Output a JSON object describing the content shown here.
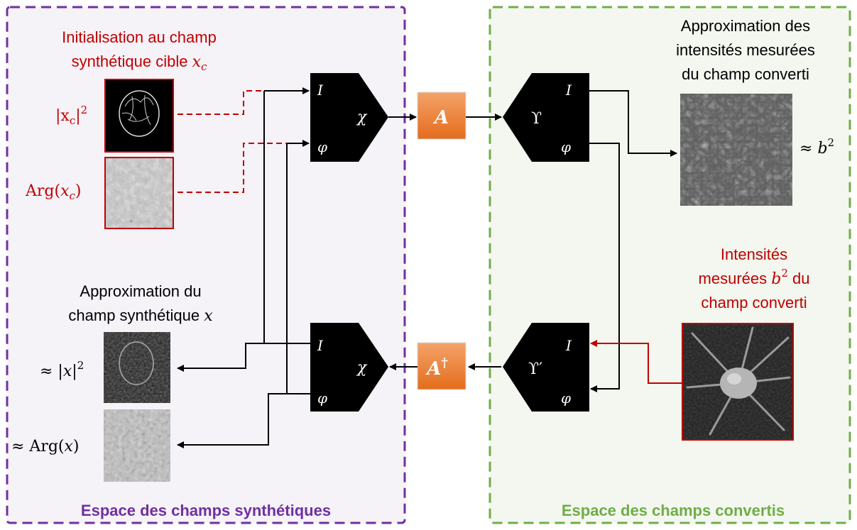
{
  "regions": {
    "synthetic_label": "Espace des champs synthétiques",
    "converted_label": "Espace des champs convertis"
  },
  "inputs": {
    "init_title_line1": "Initialisation au champ",
    "init_title_line2": "synthétique cible",
    "init_title_var": "x",
    "init_title_sub": "c",
    "abs_label_left": "|x",
    "abs_label_sub": "c",
    "abs_label_right": "|",
    "abs_label_exp": "2",
    "arg_label_pre": "Arg(",
    "arg_label_var": "x",
    "arg_label_sub": "c",
    "arg_label_post": ")"
  },
  "outputs": {
    "approx_title_line1": "Approximation du",
    "approx_title_line2": "champ synthétique",
    "approx_title_var": "x",
    "approx_abs_pre": "≈ |",
    "approx_abs_var": "x",
    "approx_abs_post": "|",
    "approx_abs_exp": "2",
    "approx_arg_pre": "≈ Arg(",
    "approx_arg_var": "x",
    "approx_arg_post": ")"
  },
  "converted": {
    "approx_line1": "Approximation des",
    "approx_line2": "intensités mesurées",
    "approx_line3": "du champ converti",
    "approx_sym_pre": "≈",
    "approx_sym_var": "b",
    "approx_sym_exp": "2",
    "measured_line1": "Intensités",
    "measured_line2_pre": "mesurées",
    "measured_line2_var": "b",
    "measured_line2_exp": "2",
    "measured_line2_post": "du",
    "measured_line3": "champ converti"
  },
  "blocks": {
    "chi_top": {
      "in_i": "I",
      "in_phi": "φ",
      "symbol": "χ"
    },
    "chi_bottom": {
      "in_i": "I",
      "in_phi": "φ",
      "symbol": "χ"
    },
    "ups_top": {
      "out_i": "I",
      "out_phi": "φ",
      "symbol": "ϒ"
    },
    "ups_bottom": {
      "out_i": "I",
      "out_phi": "φ",
      "symbol": "ϒ′"
    },
    "op_a": {
      "symbol": "A"
    },
    "op_a_dag": {
      "symbol": "A",
      "sup": "†"
    }
  },
  "colors": {
    "synthetic_border": "#7030a0",
    "converted_border": "#70ad47",
    "synthetic_fill": "#f5f2f8",
    "converted_fill": "#f3f7ef",
    "highlight_red": "#c00000",
    "operator_orange": "#ed7d31"
  }
}
